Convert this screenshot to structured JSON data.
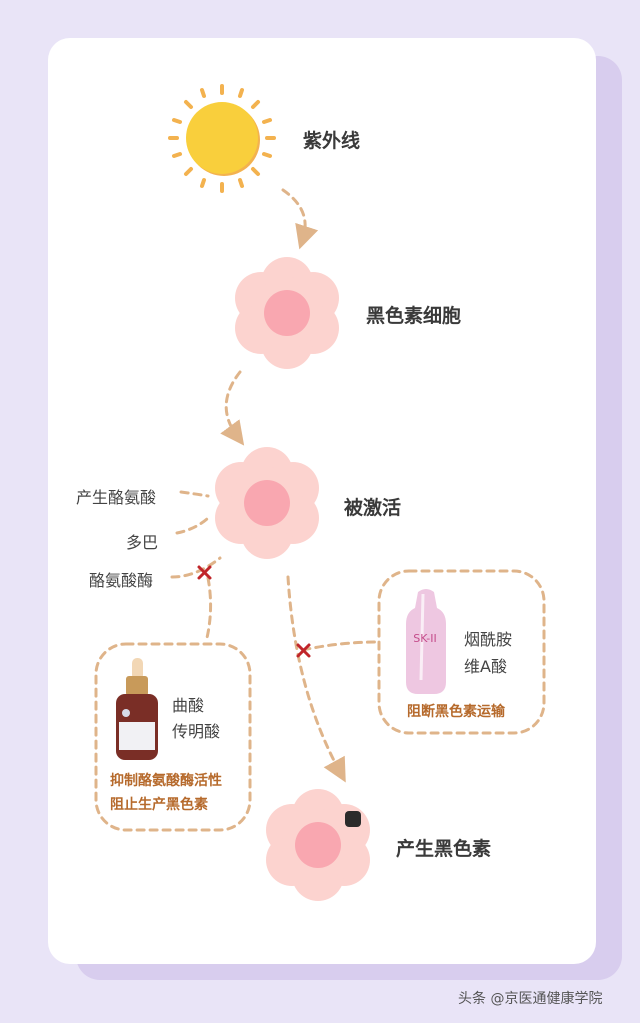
{
  "steps": {
    "uv": "紫外线",
    "melanocyte": "黑色素细胞",
    "activated": "被激活",
    "produce": "产生黑色素"
  },
  "side_labels": {
    "tyrosine": "产生酪氨酸",
    "dopa": "多巴",
    "tyrosinase": "酪氨酸酶"
  },
  "product_left": {
    "ingredients": [
      "曲酸",
      "传明酸"
    ],
    "effect": [
      "抑制酪氨酸酶活性",
      "阻止生产黑色素"
    ]
  },
  "product_right": {
    "brand_mark": "SK-II",
    "ingredients": [
      "烟酰胺",
      "维A酸"
    ],
    "effect": "阻断黑色素运输"
  },
  "footer": "头条 @京医通健康学院",
  "colors": {
    "background": "#e9e4f7",
    "card": "#ffffff",
    "sun": "#f9cf3c",
    "sun_rays": "#f3b24f",
    "flower": "#fcd3cf",
    "flower_center": "#f9a7b0",
    "dashed_arrow": "#dfb48a",
    "block_x": "#c0252a",
    "effect_text": "#b66a2c"
  }
}
